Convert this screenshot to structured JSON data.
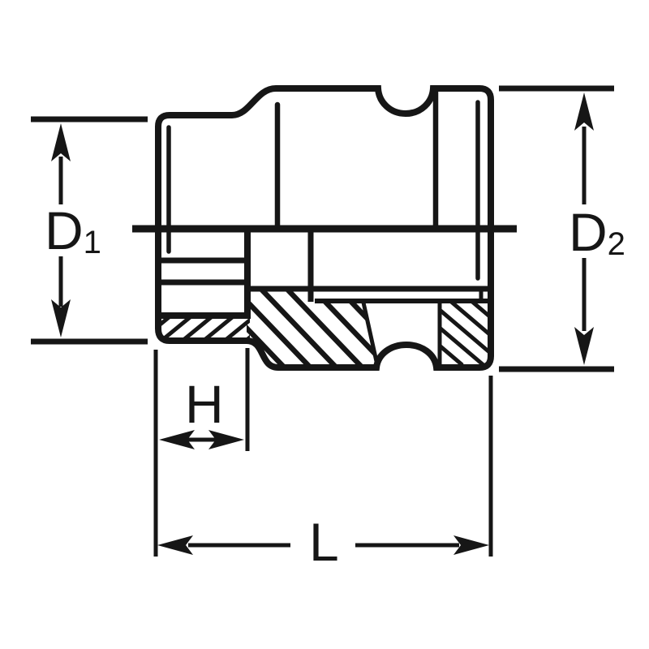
{
  "diagram": {
    "title": "socket-cross-section-dimension-diagram",
    "colors": {
      "line": "#161616",
      "background": "#ffffff"
    },
    "labels": {
      "d1": {
        "main": "D",
        "sub": "1"
      },
      "d2": {
        "main": "D",
        "sub": "2"
      },
      "h": {
        "main": "H"
      },
      "l": {
        "main": "L"
      }
    }
  }
}
